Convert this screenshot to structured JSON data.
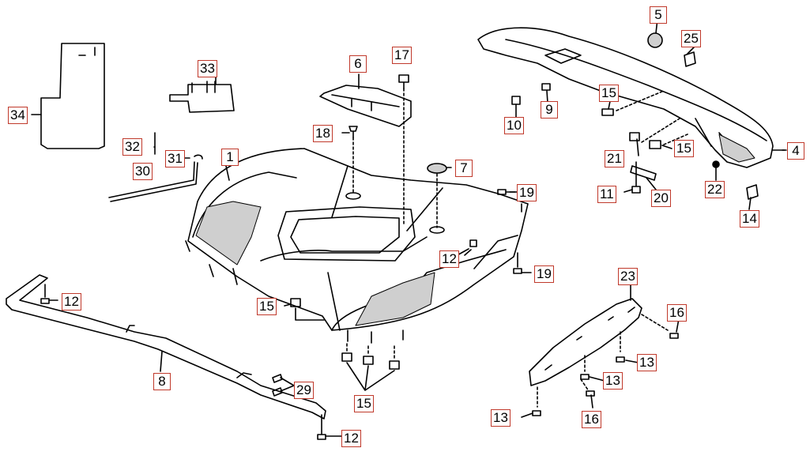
{
  "diagram": {
    "line_color": "#000000",
    "fill_color": "#ffffff",
    "shade_color": "#cfcfcf",
    "callout_border_color": "#c0392b"
  },
  "callouts": {
    "c1": "1",
    "c4": "4",
    "c5": "5",
    "c6": "6",
    "c7": "7",
    "c8": "8",
    "c9": "9",
    "c10": "10",
    "c11": "11",
    "c12a": "12",
    "c12b": "12",
    "c12c": "12",
    "c13a": "13",
    "c13b": "13",
    "c13c": "13",
    "c14": "14",
    "c15a": "15",
    "c15b": "15",
    "c15c": "15",
    "c15d": "15",
    "c16a": "16",
    "c16b": "16",
    "c17": "17",
    "c18": "18",
    "c19a": "19",
    "c19b": "19",
    "c20": "20",
    "c21": "21",
    "c22": "22",
    "c23": "23",
    "c25": "25",
    "c29": "29",
    "c30": "30",
    "c31": "31",
    "c32": "32",
    "c33": "33",
    "c34": "34"
  }
}
